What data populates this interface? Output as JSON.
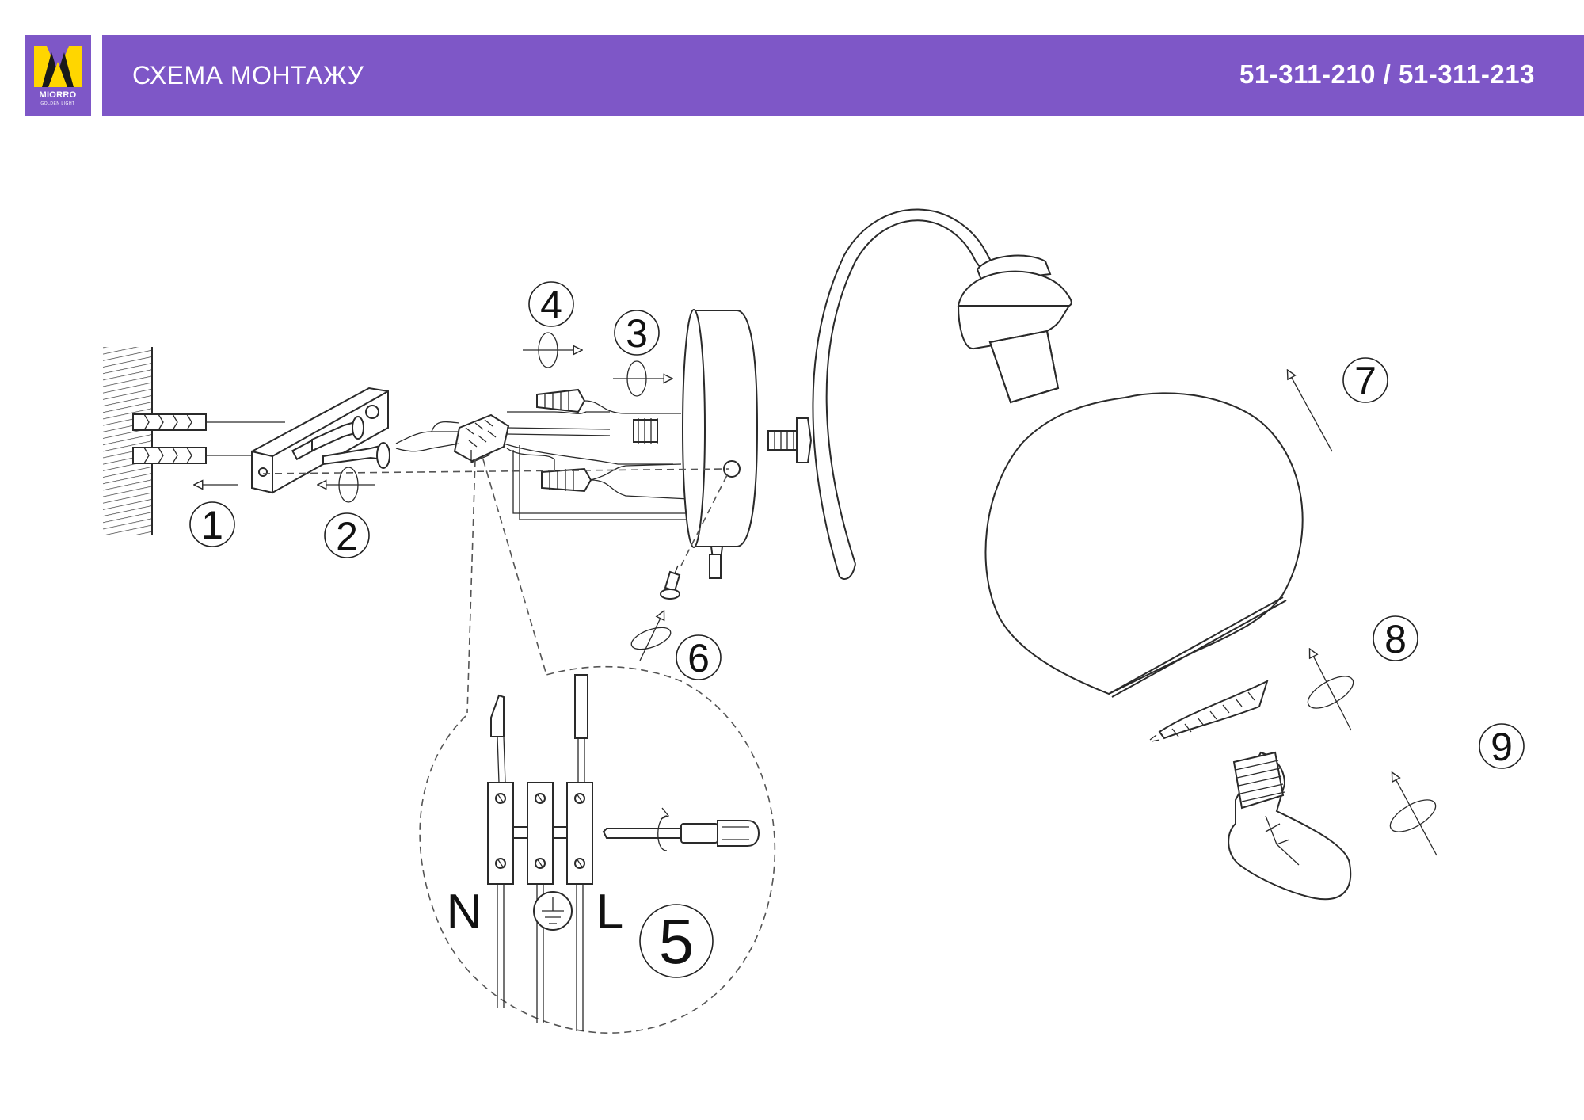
{
  "header": {
    "title": "СХЕМА МОНТАЖУ",
    "product_code": "51-311-210 / 51-311-213",
    "brand_color": "#7e57c7",
    "logo": {
      "brand": "MIORRO",
      "tagline": "GOLDEN LIGHT",
      "icon": "miorro-logo-icon",
      "colors": [
        "#ffd600",
        "#222222"
      ]
    }
  },
  "steps": [
    {
      "number": "1"
    },
    {
      "number": "2"
    },
    {
      "number": "3"
    },
    {
      "number": "4"
    },
    {
      "number": "5"
    },
    {
      "number": "6"
    },
    {
      "number": "7"
    },
    {
      "number": "8"
    },
    {
      "number": "9"
    }
  ],
  "wiring": {
    "labels": [
      "N",
      "L"
    ],
    "ground_icon": "ground-icon"
  }
}
